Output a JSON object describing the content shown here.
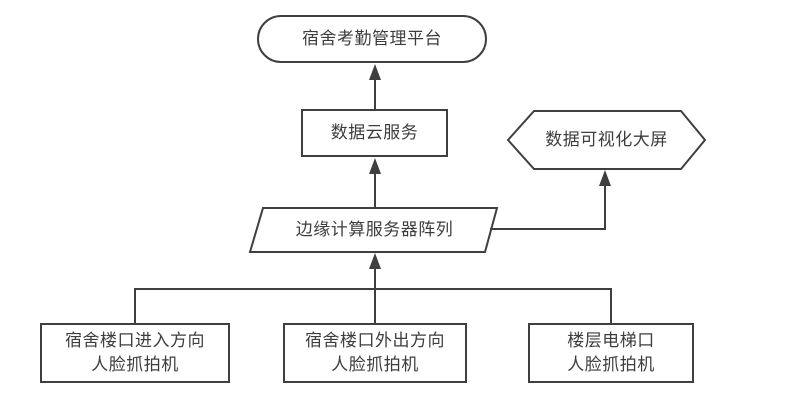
{
  "diagram": {
    "colors": {
      "stroke": "#3f3f3f",
      "text": "#3d3d3d",
      "node_fill": "#ffffff",
      "background": "#ffffff"
    },
    "nodes": {
      "platform": {
        "label": "宿舍考勤管理平台",
        "shape": "stadium"
      },
      "cloud": {
        "label": "数据云服务",
        "shape": "rectangle"
      },
      "screen": {
        "label": "数据可视化大屏",
        "shape": "hexagon"
      },
      "edge_servers": {
        "label": "边缘计算服务器阵列",
        "shape": "parallelogram"
      },
      "camera_entry": {
        "label": "宿舍楼口进入方向\n人脸抓拍机",
        "shape": "rectangle"
      },
      "camera_exit": {
        "label": "宿舍楼口外出方向\n人脸抓拍机",
        "shape": "rectangle"
      },
      "camera_elevator": {
        "label": "楼层电梯口\n人脸抓拍机",
        "shape": "rectangle"
      }
    },
    "edges": [
      {
        "from": "cloud",
        "to": "platform",
        "arrow": "up"
      },
      {
        "from": "edge_servers",
        "to": "cloud",
        "arrow": "up"
      },
      {
        "from": "edge_servers",
        "to": "screen",
        "arrow": "up"
      },
      {
        "from": "camera_entry",
        "to": "edge_servers",
        "arrow": "up"
      },
      {
        "from": "camera_exit",
        "to": "edge_servers",
        "arrow": "up"
      },
      {
        "from": "camera_elevator",
        "to": "edge_servers",
        "arrow": "up"
      }
    ]
  }
}
